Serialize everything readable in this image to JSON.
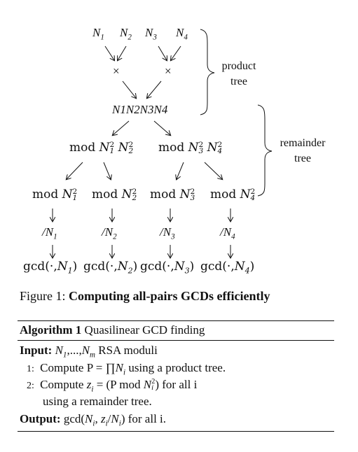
{
  "tree": {
    "leaves": [
      "N1",
      "N2",
      "N3",
      "N4"
    ],
    "mult_symbol": "×",
    "product": "N1N2N3N4",
    "level2": [
      "mod N1^2 N2^2",
      "mod N3^2 N4^2"
    ],
    "level3": [
      "mod N1^2",
      "mod N2^2",
      "mod N3^2",
      "mod N4^2"
    ],
    "divisions": [
      "/N1",
      "/N2",
      "/N3",
      "/N4"
    ],
    "gcds": [
      "gcd(·,N1)",
      "gcd(·,N2)",
      "gcd(·,N3)",
      "gcd(·,N4)"
    ],
    "product_tree_label_1": "product",
    "product_tree_label_2": "tree",
    "remainder_tree_label_1": "remainder",
    "remainder_tree_label_2": "tree"
  },
  "figure": {
    "number": "Figure 1:",
    "caption": "Computing all-pairs GCDs efficiently"
  },
  "algorithm": {
    "header_bold": "Algorithm 1",
    "header_text": "Quasilinear GCD finding",
    "input_label": "Input:",
    "input_text": "N1,...,Nm RSA moduli",
    "steps": [
      {
        "num": "1:",
        "text": "Compute P = ∏Ni using a product tree."
      },
      {
        "num": "2:",
        "text": "Compute zi = (P mod Ni^2) for all i"
      },
      {
        "num": "",
        "text": "using a remainder tree."
      }
    ],
    "output_label": "Output:",
    "output_text": "gcd(Ni, zi/Ni) for all i."
  }
}
